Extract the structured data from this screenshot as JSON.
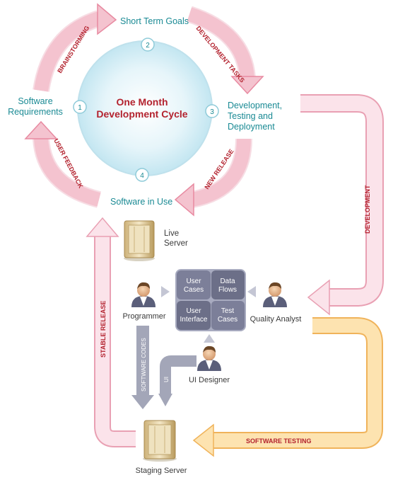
{
  "cycle": {
    "title_line1": "One Month",
    "title_line2": "Development Cycle",
    "steps": [
      {
        "num": "1",
        "label_line1": "Software",
        "label_line2": "Requirements"
      },
      {
        "num": "2",
        "label_line1": "Short Term Goals"
      },
      {
        "num": "3",
        "label_line1": "Development,",
        "label_line2": "Testing and",
        "label_line3": "Deployment"
      },
      {
        "num": "4",
        "label_line1": "Software in Use"
      }
    ],
    "arrows": {
      "brainstorming": "BRAINSTORMING",
      "development_tasks": "DEVELOPMENT TASKS",
      "new_release": "NEW RELEASE",
      "user_feedback": "USER FEEDBACK"
    }
  },
  "flows": {
    "development": "DEVELOPMENT",
    "software_testing": "SOFTWARE TESTING",
    "stable_release": "STABLE RELEASE",
    "software_codes": "SOFTWARE CODES",
    "ui": "UI"
  },
  "nodes": {
    "live_server_line1": "Live",
    "live_server_line2": "Server",
    "programmer": "Programmer",
    "quality_analyst": "Quality Analyst",
    "ui_designer": "UI Designer",
    "staging_server": "Staging Server"
  },
  "matrix": {
    "top_left_line1": "User",
    "top_left_line2": "Cases",
    "top_right_line1": "Data",
    "top_right_line2": "Flows",
    "bottom_left_line1": "User",
    "bottom_left_line2": "Interface",
    "bottom_right_line1": "Test",
    "bottom_right_line2": "Cases"
  },
  "colors": {
    "pink_arrow": "#f2b8c6",
    "pink_stroke": "#e07892",
    "orange_arrow": "#f9d99a",
    "orange_stroke": "#f0a43a",
    "gray_arrow": "#a3a6b8",
    "matrix_dark": "#6c6f88",
    "matrix_light": "#a8abc0",
    "teal_text": "#1a8a94",
    "title_red": "#b3222e",
    "circle_fill": "#dff2f8"
  }
}
